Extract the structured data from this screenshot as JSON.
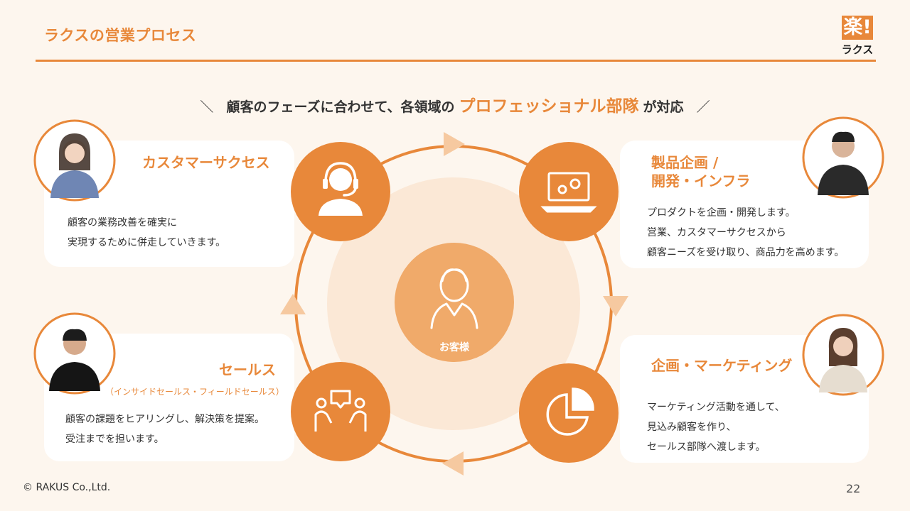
{
  "header": {
    "title": "ラクスの営業プロセス",
    "logo_mark": "楽!",
    "logo_text": "ラクス"
  },
  "subtitle": {
    "slash_left": "＼",
    "before": "顧客のフェーズに合わせて、各領域の",
    "highlight": "プロフェッショナル部隊",
    "after": "が対応",
    "slash_right": "／"
  },
  "center": {
    "label": "お客様"
  },
  "cards": {
    "customer_success": {
      "title": "カスタマーサクセス",
      "body_line1": "顧客の業務改善を確実に",
      "body_line2": "実現するために併走していきます。"
    },
    "product": {
      "title_line1": "製品企画 /",
      "title_line2": "開発・インフラ",
      "body_line1": "プロダクトを企画・開発します。",
      "body_line2": "営業、カスタマーサクセスから",
      "body_line3": "顧客ニーズを受け取り、商品力を高めます。"
    },
    "sales": {
      "title": "セールス",
      "subtitle": "（インサイドセールス・フィールドセールス）",
      "body_line1": "顧客の課題をヒアリングし、解決策を提案。",
      "body_line2": "受注までを担います。"
    },
    "marketing": {
      "title": "企画・マーケティング",
      "body_line1": "マーケティング活動を通して、",
      "body_line2": "見込み顧客を作り、",
      "body_line3": "セールス部隊へ渡します。"
    }
  },
  "colors": {
    "accent": "#e8883a",
    "background": "#fdf6ee",
    "ring_fill": "#fbe8d6",
    "center": "#f0aa6a",
    "arrow": "#f6c9a0"
  },
  "icons": {
    "customer_success": "headset-person-icon",
    "product": "laptop-gears-icon",
    "sales": "meeting-speech-icon",
    "marketing": "pie-chart-icon",
    "center": "person-icon"
  },
  "footer": {
    "copyright": "© RAKUS Co.,Ltd.",
    "page": "22"
  }
}
